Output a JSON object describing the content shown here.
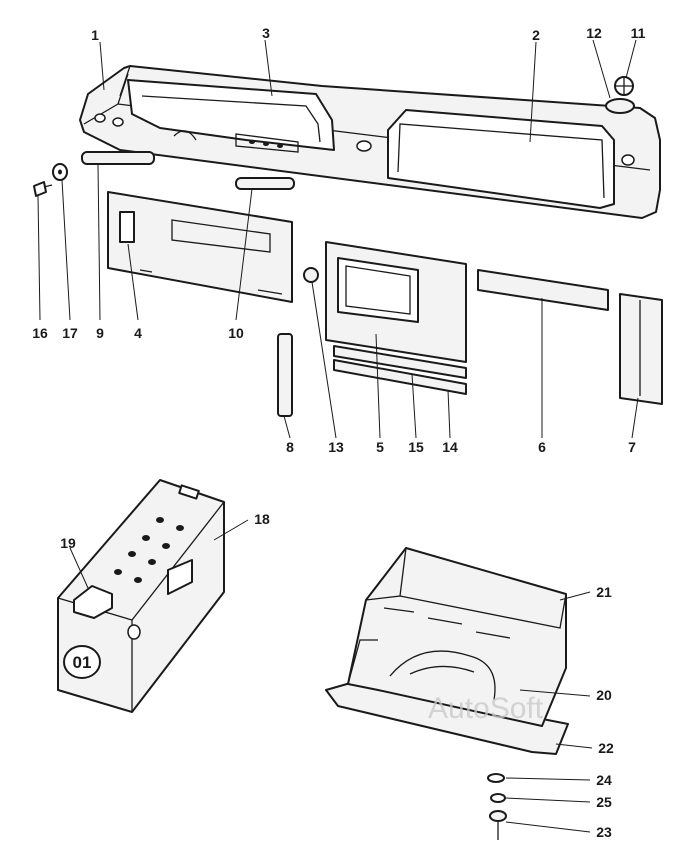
{
  "callouts": {
    "p1": "1",
    "p2": "2",
    "p3": "3",
    "p4": "4",
    "p5": "5",
    "p6": "6",
    "p7": "7",
    "p8": "8",
    "p9": "9",
    "p10": "10",
    "p11": "11",
    "p12": "12",
    "p13": "13",
    "p14": "14",
    "p15": "15",
    "p16": "16",
    "p17": "17",
    "p18": "18",
    "p19": "19",
    "p20": "20",
    "p21": "21",
    "p22": "22",
    "p23": "23",
    "p24": "24",
    "p25": "25"
  },
  "box_badge": "01",
  "watermark": "AutoSoft"
}
